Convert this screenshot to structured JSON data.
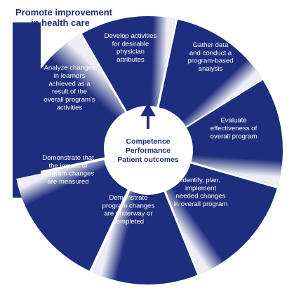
{
  "title": {
    "line1": "Promote improvement",
    "line2": "in health care"
  },
  "center": {
    "line1": "Competence",
    "line2": "Performance",
    "line3": "Patient outcomes"
  },
  "segments": [
    {
      "id": "develop",
      "lines": [
        "Develop activities",
        "for desirable",
        "physician",
        "attributes"
      ]
    },
    {
      "id": "gather",
      "lines": [
        "Gather data",
        "and conduct a",
        "program-based",
        "analysis"
      ]
    },
    {
      "id": "evaluate",
      "lines": [
        "Evaluate",
        "effectiveness of",
        "overall program"
      ]
    },
    {
      "id": "identify",
      "lines": [
        "Identify, plan,",
        "implement",
        "needed changes",
        "in overall program"
      ]
    },
    {
      "id": "demonstrate-underway",
      "lines": [
        "Demonstrate",
        "program changes",
        "are underway or",
        "completed"
      ]
    },
    {
      "id": "demonstrate-impact",
      "lines": [
        "Demonstrate that",
        "the impact of",
        "program changes",
        "are measured"
      ]
    },
    {
      "id": "analyze",
      "lines": [
        "Analyze changes",
        "in learners",
        "achieved as a",
        "result of the",
        "overall program's",
        "activities"
      ]
    }
  ],
  "colors": {
    "navy": "#1e2e7e",
    "light": "#ffffff",
    "center_text": "#1e2f7a"
  }
}
